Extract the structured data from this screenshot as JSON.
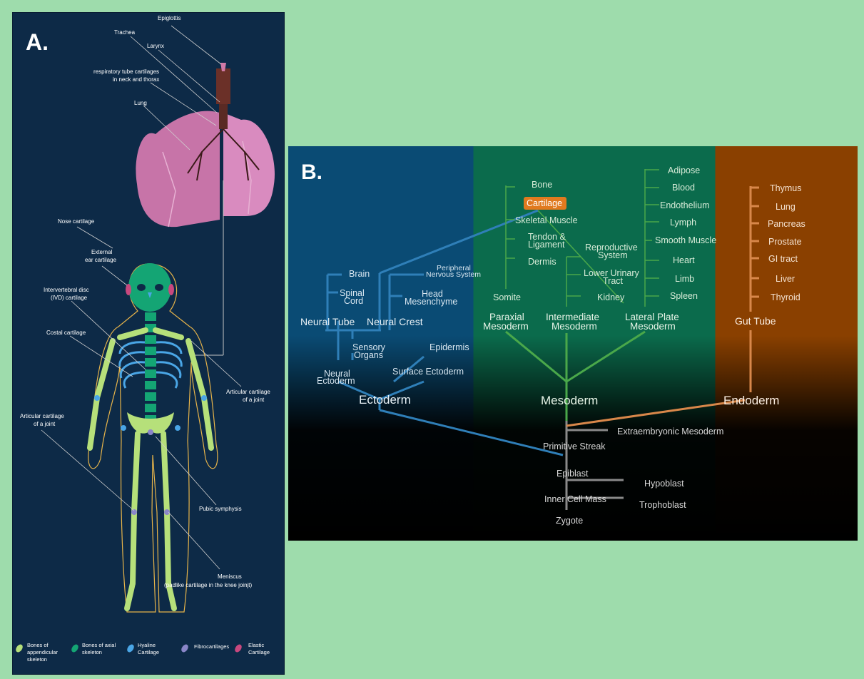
{
  "panel_a": {
    "label": "A.",
    "labels": {
      "epiglottis": "Epiglottis",
      "trachea": "Trachea",
      "larynx": "Larynx",
      "resp_line1": "respiratory tube cartilages",
      "resp_line2": "in neck and thorax",
      "lung": "Lung",
      "nose": "Nose cartilage",
      "ear_line1": "External",
      "ear_line2": "ear cartilage",
      "ivd_line1": "Intervertebral disc",
      "ivd_line2": "(IVD) cartilage",
      "costal": "Costal cartilage",
      "art_left_line1": "Articular  cartilage",
      "art_left_line2": "of a joint",
      "art_right_line1": "Articular  cartilage",
      "art_right_line2": "of a joint",
      "pubic": "Pubic symphysis",
      "meniscus_line1": "Meniscus",
      "meniscus_line2": "(padlike cartilage in the knee joinjt)"
    },
    "legend": [
      {
        "line1": "Bones of",
        "line2": "appendicular",
        "line3": "skeleton",
        "color": "#b6e07a"
      },
      {
        "line1": "Bones of axial",
        "line2": "skeleton",
        "line3": "",
        "color": "#14a574"
      },
      {
        "line1": "Hyaline",
        "line2": "Cartilage",
        "line3": "",
        "color": "#4aa6e6"
      },
      {
        "line1": "Fibrocartilages",
        "line2": "",
        "line3": "",
        "color": "#8a86c8"
      },
      {
        "line1": "Elastic",
        "line2": "Cartilage",
        "line3": "",
        "color": "#c8487e"
      }
    ]
  },
  "panel_b": {
    "label": "B.",
    "ectoderm": {
      "brain": "Brain",
      "spinal_1": "Spinal",
      "spinal_2": "Cord",
      "pns_1": "Peripheral",
      "pns_2": "Nervous System",
      "head_1": "Head",
      "head_2": "Mesenchyme",
      "neural_tube": "Neural Tube",
      "neural_crest": "Neural Crest",
      "sensory_1": "Sensory",
      "sensory_2": "Organs",
      "epidermis": "Epidermis",
      "neural_ecto_1": "Neural",
      "neural_ecto_2": "Ectoderm",
      "surface_ecto": "Surface Ectoderm",
      "ectoderm": "Ectoderm"
    },
    "mesoderm": {
      "bone": "Bone",
      "cartilage": "Cartilage",
      "skeletal_muscle": "Skeletal Muscle",
      "tendon_1": "Tendon &",
      "tendon_2": "Ligament",
      "dermis": "Dermis",
      "somite": "Somite",
      "paraxial_1": "Paraxial",
      "paraxial_2": "Mesoderm",
      "repro_1": "Reproductive",
      "repro_2": "System",
      "lut_1": "Lower Urinary",
      "lut_2": "Tract",
      "kidney": "Kidney",
      "inter_1": "Intermediate",
      "inter_2": "Mesoderm",
      "adipose": "Adipose",
      "blood": "Blood",
      "endothelium": "Endothelium",
      "lymph": "Lymph",
      "smooth": "Smooth Muscle",
      "heart": "Heart",
      "limb": "Limb",
      "spleen": "Spleen",
      "lateral_1": "Lateral Plate",
      "lateral_2": "Mesoderm",
      "mesoderm": "Mesoderm"
    },
    "endoderm": {
      "thymus": "Thymus",
      "lung": "Lung",
      "pancreas": "Pancreas",
      "prostate": "Prostate",
      "gi": "GI tract",
      "liver": "Liver",
      "thyroid": "Thyroid",
      "gut_tube": "Gut Tube",
      "endoderm": "Endoderm"
    },
    "early": {
      "extraembryonic": "Extraembryonic Mesoderm",
      "primitive_streak": "Primitive Streak",
      "epiblast": "Epiblast",
      "hypoblast": "Hypoblast",
      "icm": "Inner Cell Mass",
      "trophoblast": "Trophoblast",
      "zygote": "Zygote"
    },
    "colors": {
      "ectoderm_line": "#2f7fb8",
      "mesoderm_line": "#4aa84a",
      "endoderm_line": "#d8874a",
      "early_line": "#8a8a8a",
      "highlight": "#e07a1f"
    }
  }
}
